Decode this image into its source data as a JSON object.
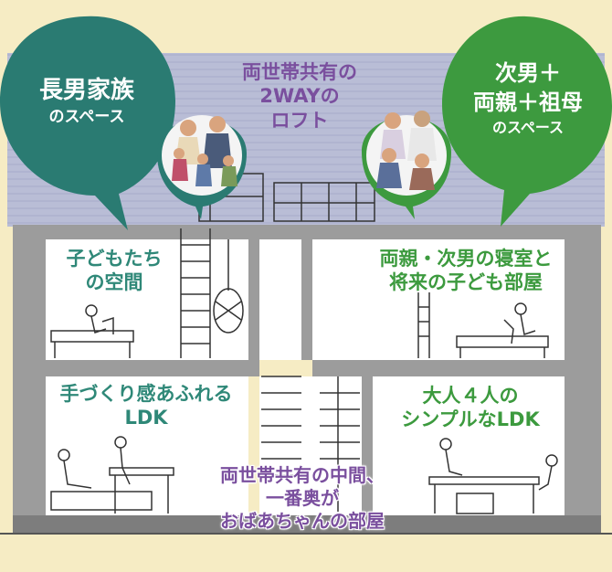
{
  "bubbles": {
    "left": {
      "line1": "長男家族",
      "line2": "のスペース",
      "color": "#2a7b72"
    },
    "right": {
      "line1": "次男＋",
      "line2": "両親＋祖母",
      "line3": "のスペース",
      "color": "#3d9a3f"
    }
  },
  "labels": {
    "loft": {
      "line1": "両世帯共有の",
      "line2": "2WAYの",
      "line3": "ロフト"
    },
    "kids_space": {
      "line1": "子どもたち",
      "line2": "の空間"
    },
    "parents_room": {
      "line1": "両親・次男の寝室と",
      "line2": "将来の子ども部屋"
    },
    "ldk_left": {
      "line1": "手づくり感あふれる",
      "line2": "LDK"
    },
    "ldk_right": {
      "line1": "大人４人の",
      "line2": "シンプルなLDK"
    },
    "grandma_room": {
      "line1": "両世帯共有の中間、",
      "line2": "一番奥が",
      "line3": "おばあちゃんの部屋"
    }
  },
  "colors": {
    "background": "#f6ecc4",
    "teal": "#2f8878",
    "green": "#3c9a3e",
    "purple": "#7a4f9e",
    "roof": "#b9bdd6",
    "wall": "#9c9c9c"
  }
}
